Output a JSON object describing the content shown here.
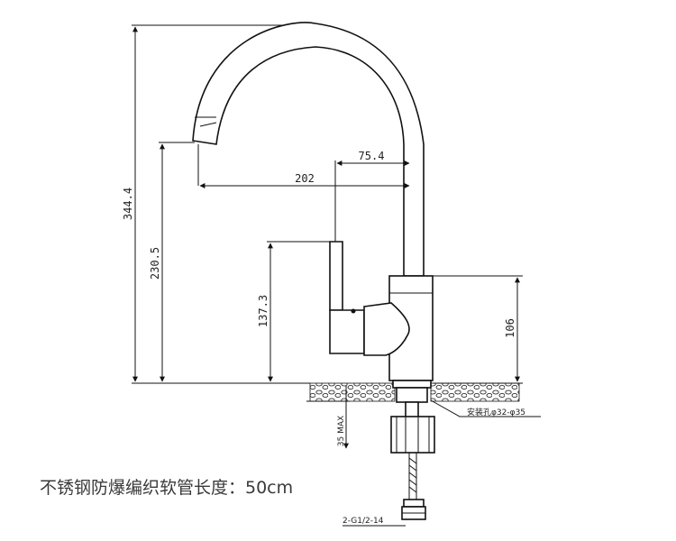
{
  "dimensions": {
    "total_height": "344.4",
    "spout_height": "230.5",
    "handle_height": "137.3",
    "spout_reach": "202",
    "handle_offset": "75.4",
    "body_height": "106",
    "max_thickness": "35 MAX"
  },
  "labels": {
    "mounting_hole": "安装孔φ32-φ35",
    "thread": "2-G1/2-14",
    "hose_length": "不锈钢防爆编织软管长度：50cm"
  }
}
